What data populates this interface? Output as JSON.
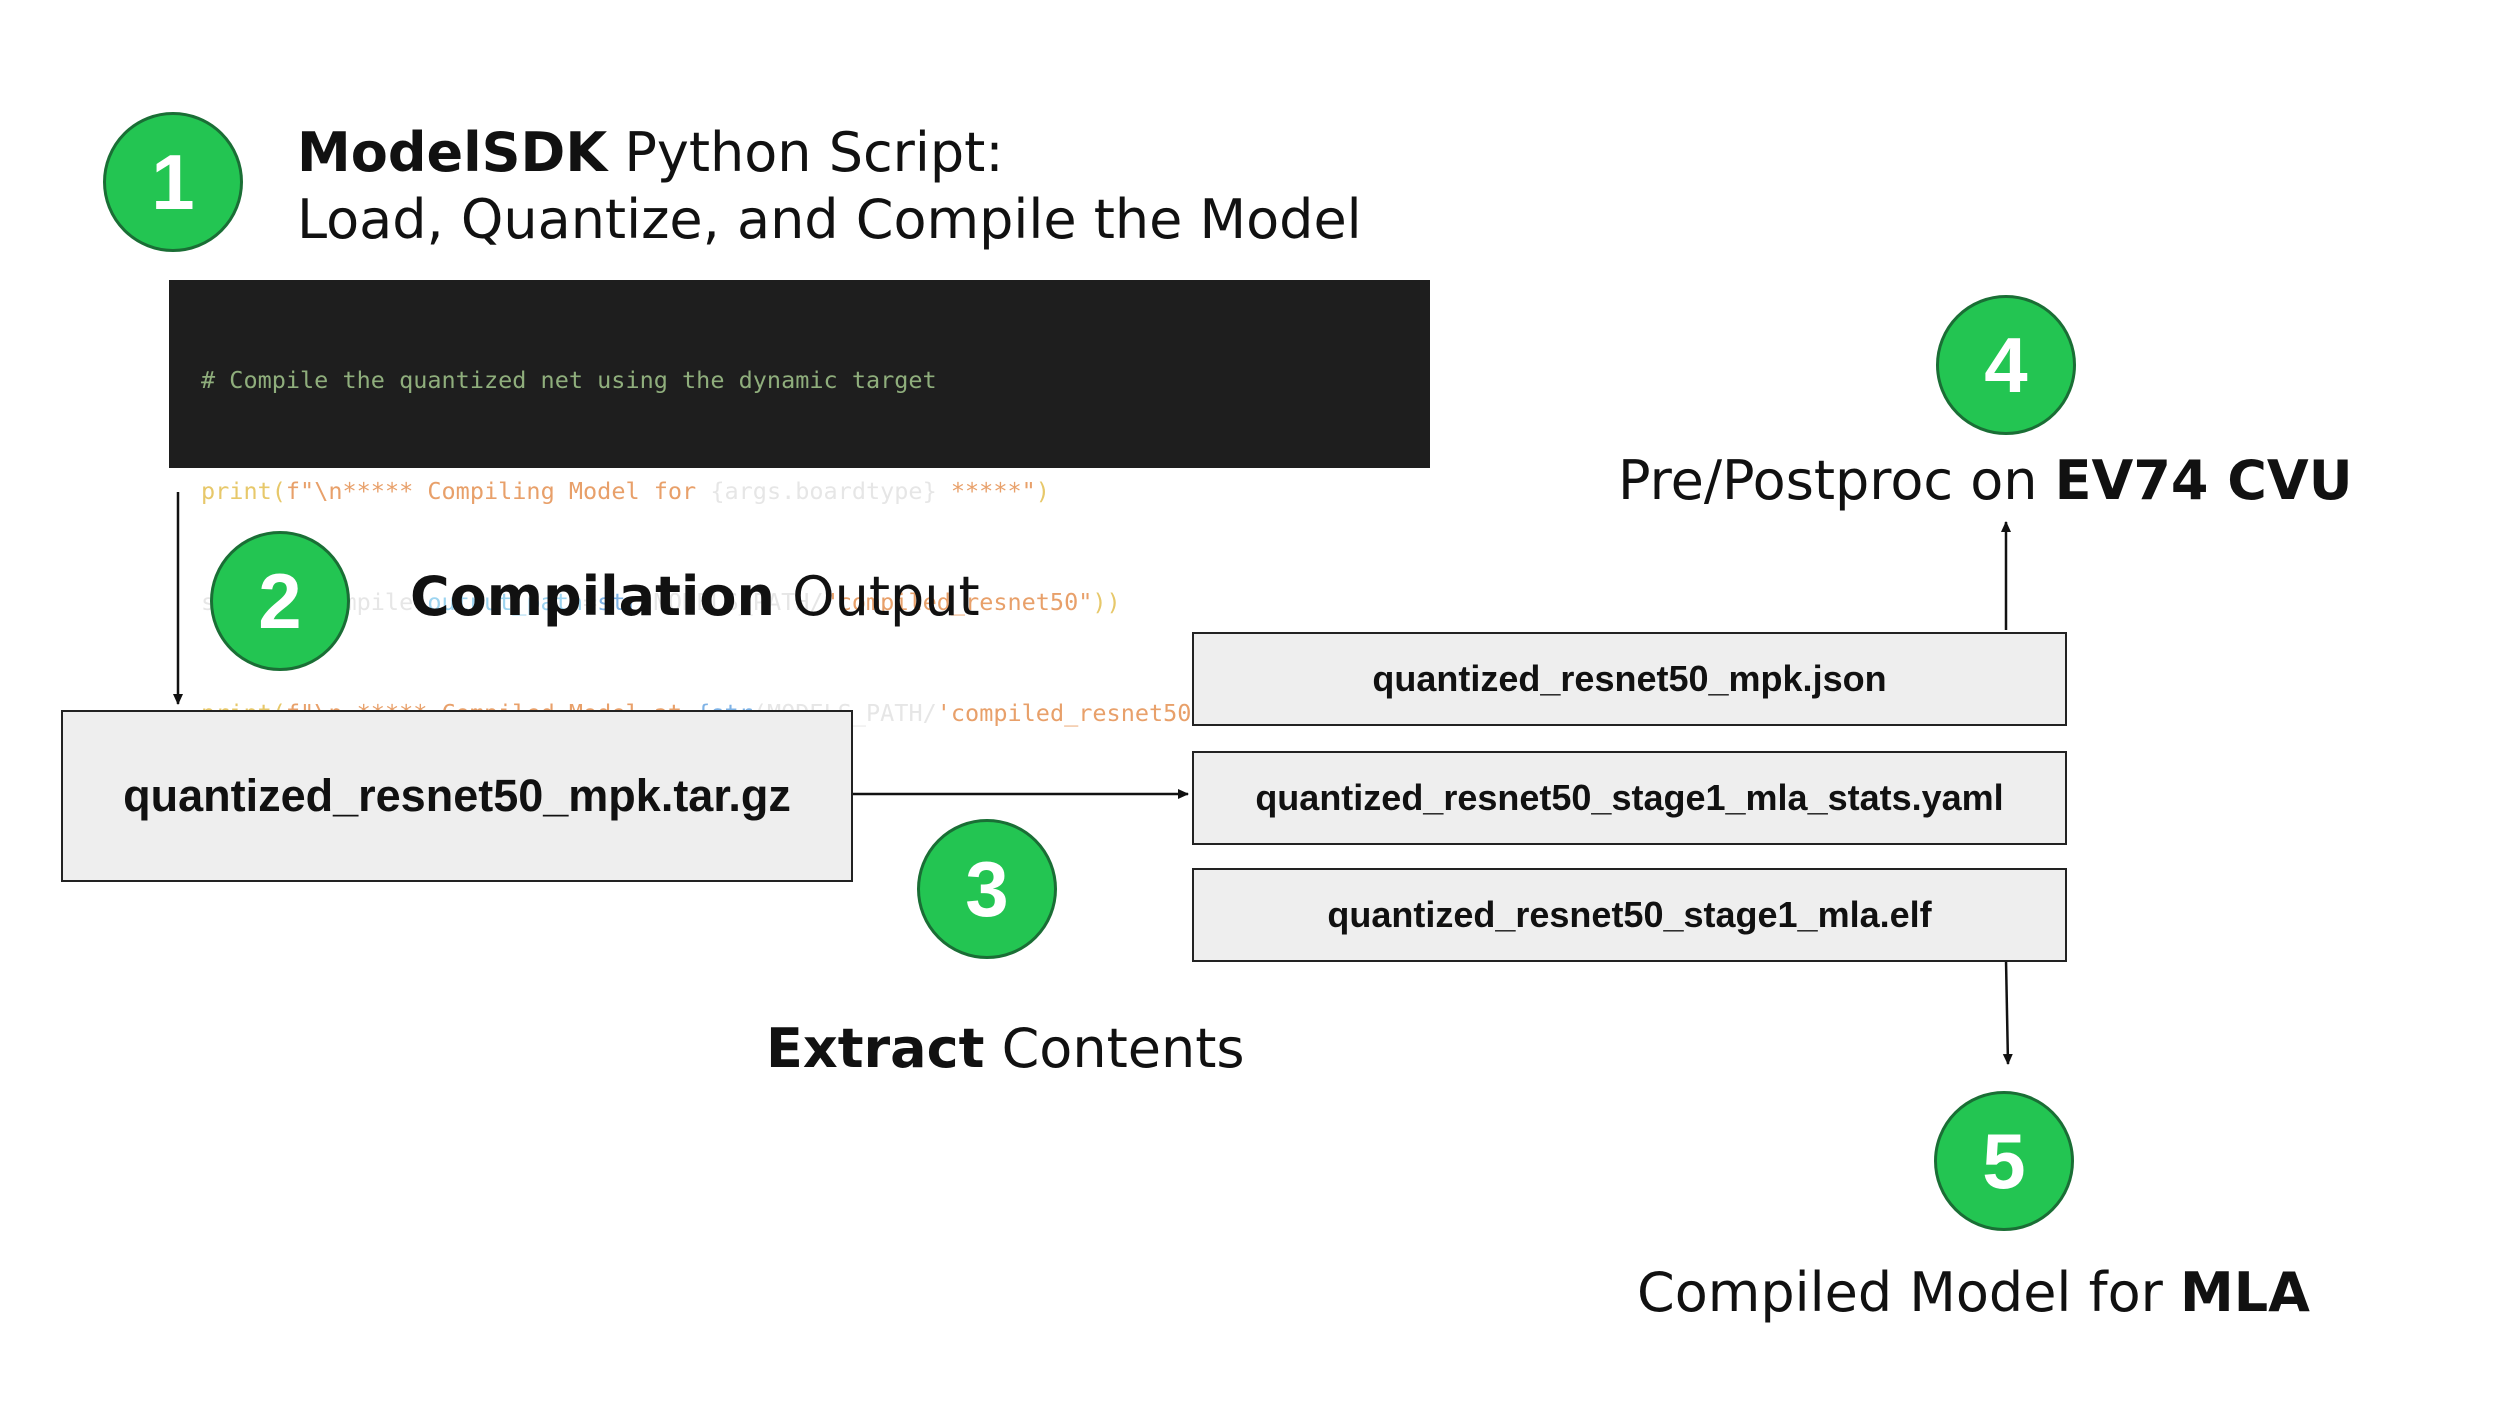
{
  "steps": [
    {
      "number": "1",
      "title_bold": "ModelSDK",
      "title_rest": " Python Script:",
      "subtitle": "Load, Quantize, and Compile the Model"
    },
    {
      "number": "2",
      "title_bold": "Compilation",
      "title_rest": " Output"
    },
    {
      "number": "3",
      "title_bold": "Extract",
      "title_rest": " Contents"
    },
    {
      "number": "4",
      "title_pre": "Pre/Postproc on ",
      "title_bold": "EV74 CVU"
    },
    {
      "number": "5",
      "title_pre": "Compiled Model for ",
      "title_bold": "MLA"
    }
  ],
  "code": {
    "line1": "# Compile the quantized net using the dynamic target",
    "line2": [
      "print",
      "(",
      "f\"\\n***** Compiling Model for ",
      "{args.boardtype}",
      " *****\"",
      ")"
    ],
    "line3": [
      "sdk_net.compile(",
      "output_path",
      "=",
      "str",
      "(MODELS_PATH/",
      "\"compiled_resnet50\"",
      "))"
    ],
    "line4": [
      "print",
      "(",
      "f\"\\n ***** Compiled Model at ",
      "{",
      "str",
      "(MODELS_PATH/",
      "'compiled_resnet50'",
      ")}",
      " ***** \"",
      ")"
    ]
  },
  "archive": {
    "name": "quantized_resnet50_mpk.tar.gz"
  },
  "files": [
    "quantized_resnet50_mpk.json",
    "quantized_resnet50_stage1_mla_stats.yaml",
    "quantized_resnet50_stage1_mla.elf"
  ]
}
